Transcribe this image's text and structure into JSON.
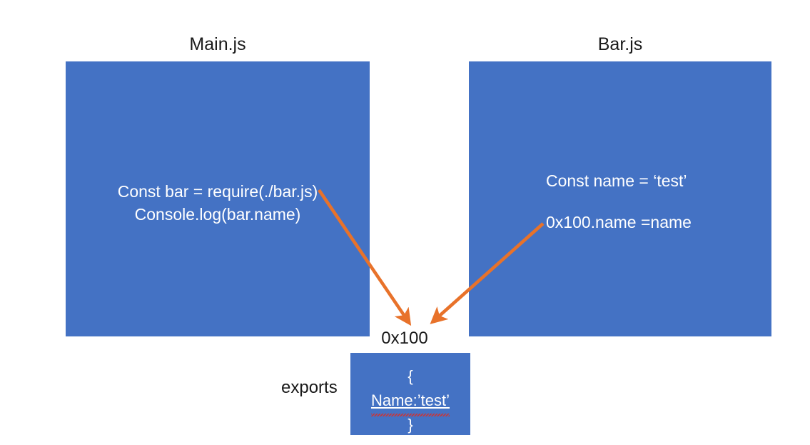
{
  "diagram": {
    "title_left": "Main.js",
    "title_right": "Bar.js",
    "colors": {
      "box_fill": "#4472C4",
      "arrow": "#E8722A",
      "code_text": "#FFFFFF",
      "label_text": "#1A1A1A",
      "background": "#FFFFFF",
      "spellcheck_underline": "#E02B20"
    },
    "main_box": {
      "label": "Main.js",
      "lines": [
        "Const bar = require(./bar.js)",
        "Console.log(bar.name)"
      ]
    },
    "bar_box": {
      "label": "Bar.js",
      "lines": [
        "Const name = ‘test’",
        "0x100.name =name"
      ]
    },
    "address_label": "0x100",
    "exports_label": "exports",
    "exports_box": {
      "line_open": "{",
      "line_value": "Name:’test’",
      "line_close": "}"
    },
    "arrows": [
      {
        "name": "main-to-exports-arrow",
        "from": "Main.js require call",
        "to": "0x100 exports object"
      },
      {
        "name": "bar-to-exports-arrow",
        "from": "Bar.js 0x100.name assignment",
        "to": "0x100 exports object"
      }
    ]
  }
}
